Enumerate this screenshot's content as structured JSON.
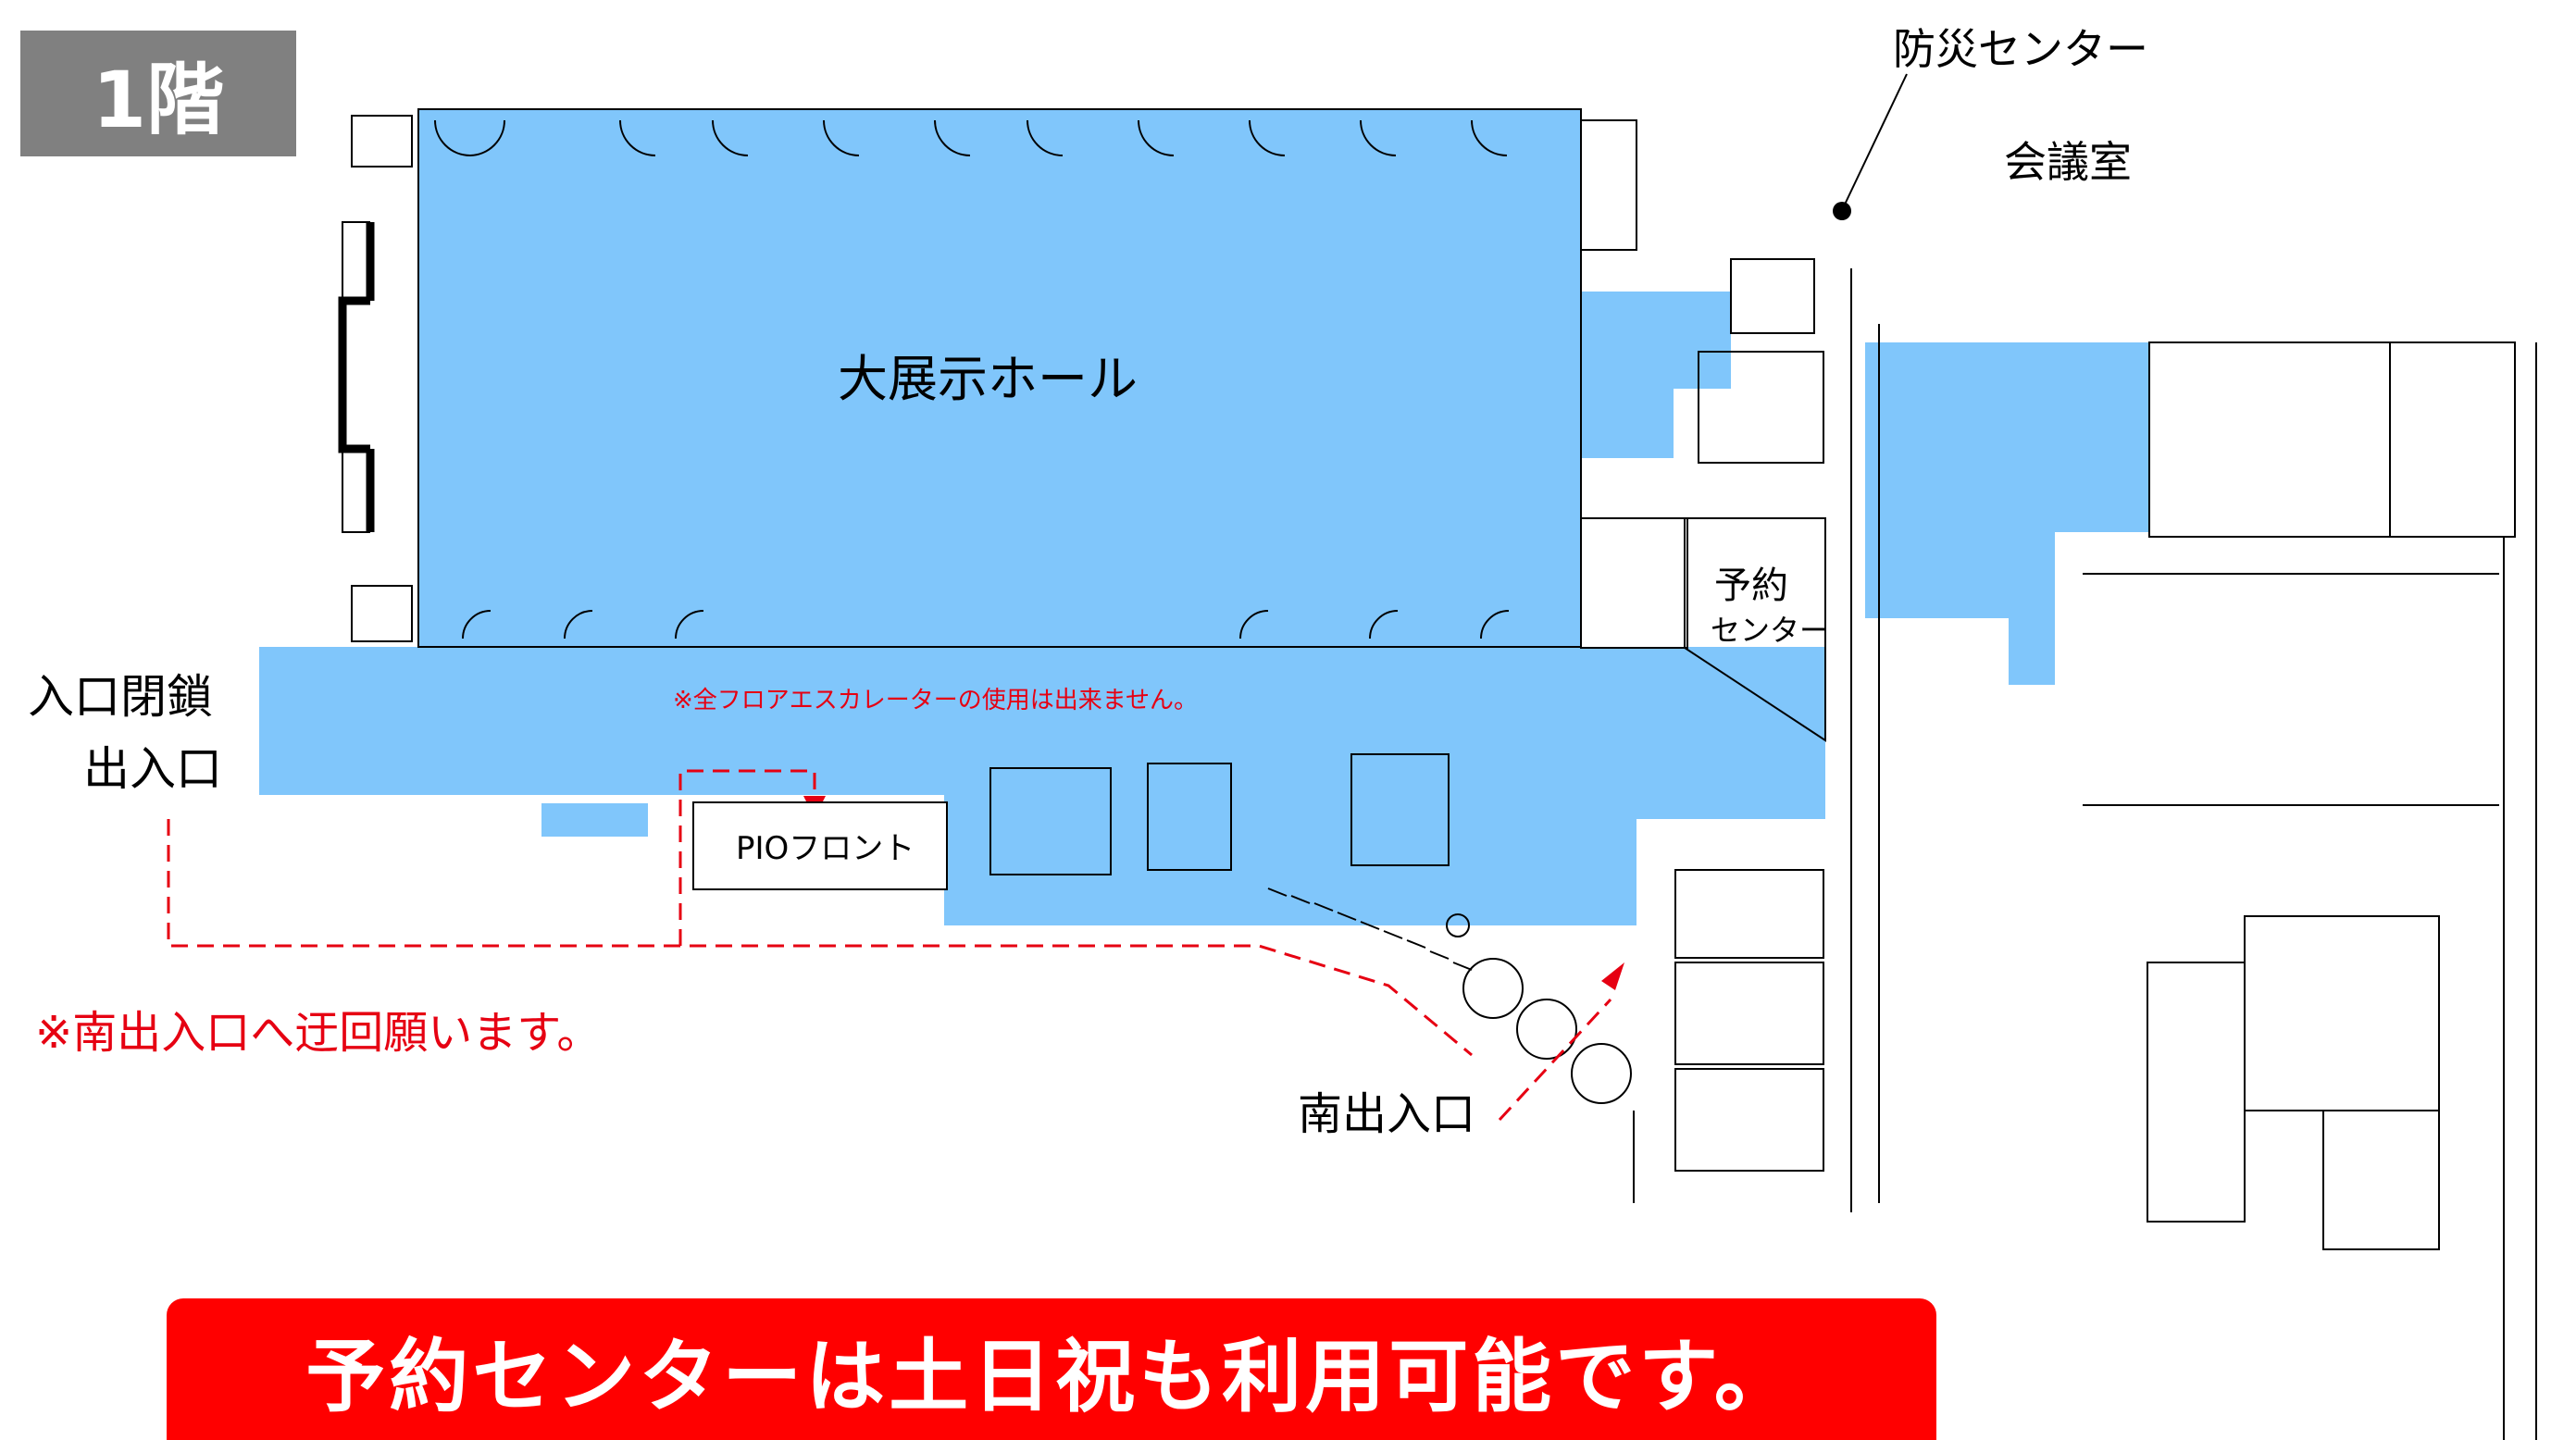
{
  "floor_label": "1階",
  "rooms": {
    "main_hall": "大展示ホール",
    "reservation_center_line1": "予約",
    "reservation_center_line2": "センター",
    "pio_front": "PIOフロント"
  },
  "labels": {
    "disaster_center": "防災センター",
    "meeting_room": "会議室",
    "closed_entrance_line1": "入口閉鎖",
    "closed_entrance_line2": "出入口",
    "detour_notice": "※南出入口へ迂回願います。",
    "escalator_notice": "※全フロアエスカレーターの使用は出来ません。",
    "south_entrance": "南出入口"
  },
  "banner": "予約センターは土日祝も利用可能です。",
  "colors": {
    "room_fill": "#80c6fb",
    "wall": "#000000",
    "route": "#e60012",
    "badge": "#808080",
    "banner": "#ff0000"
  }
}
